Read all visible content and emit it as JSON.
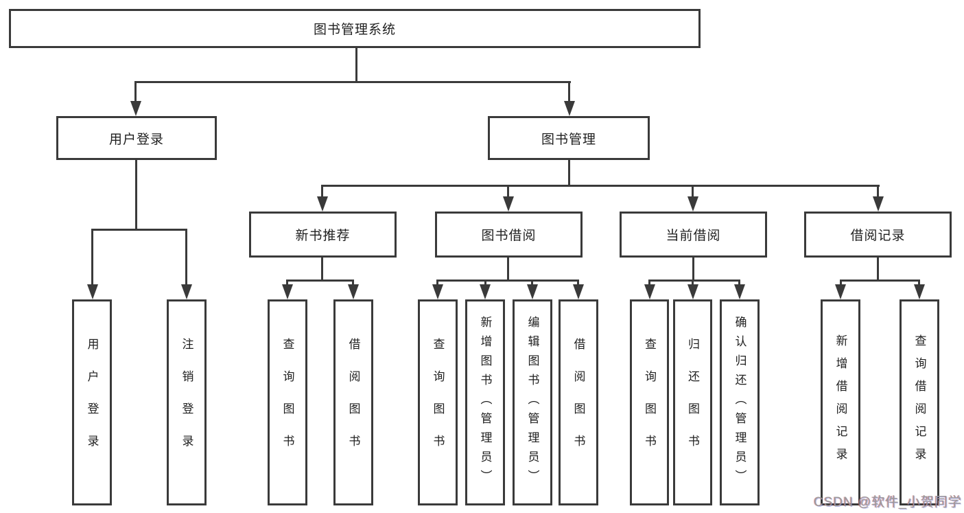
{
  "tree": {
    "label": "图书管理系统",
    "children": [
      {
        "label": "用户登录",
        "children": [
          {
            "label": "用户登录"
          },
          {
            "label": "注销登录"
          }
        ]
      },
      {
        "label": "图书管理",
        "children": [
          {
            "label": "新书推荐",
            "children": [
              {
                "label": "查询图书"
              },
              {
                "label": "借阅图书"
              }
            ]
          },
          {
            "label": "图书借阅",
            "children": [
              {
                "label": "查询图书"
              },
              {
                "label": "新增图书（管理员）"
              },
              {
                "label": "编辑图书（管理员）"
              },
              {
                "label": "借阅图书"
              }
            ]
          },
          {
            "label": "当前借阅",
            "children": [
              {
                "label": "查询图书"
              },
              {
                "label": "归还图书"
              },
              {
                "label": "确认归还（管理员）"
              }
            ]
          },
          {
            "label": "借阅记录",
            "children": [
              {
                "label": "新增借阅记录"
              },
              {
                "label": "查询借阅记录"
              }
            ]
          }
        ]
      }
    ]
  },
  "watermark": {
    "text": "CSDN @软件_小贺同学"
  },
  "colors": {
    "background": "#ffffff",
    "line": "#3a3a3a",
    "box_border": "#3a3a3a",
    "text": "#1f1f1f",
    "watermark": "#9b9b9b"
  }
}
